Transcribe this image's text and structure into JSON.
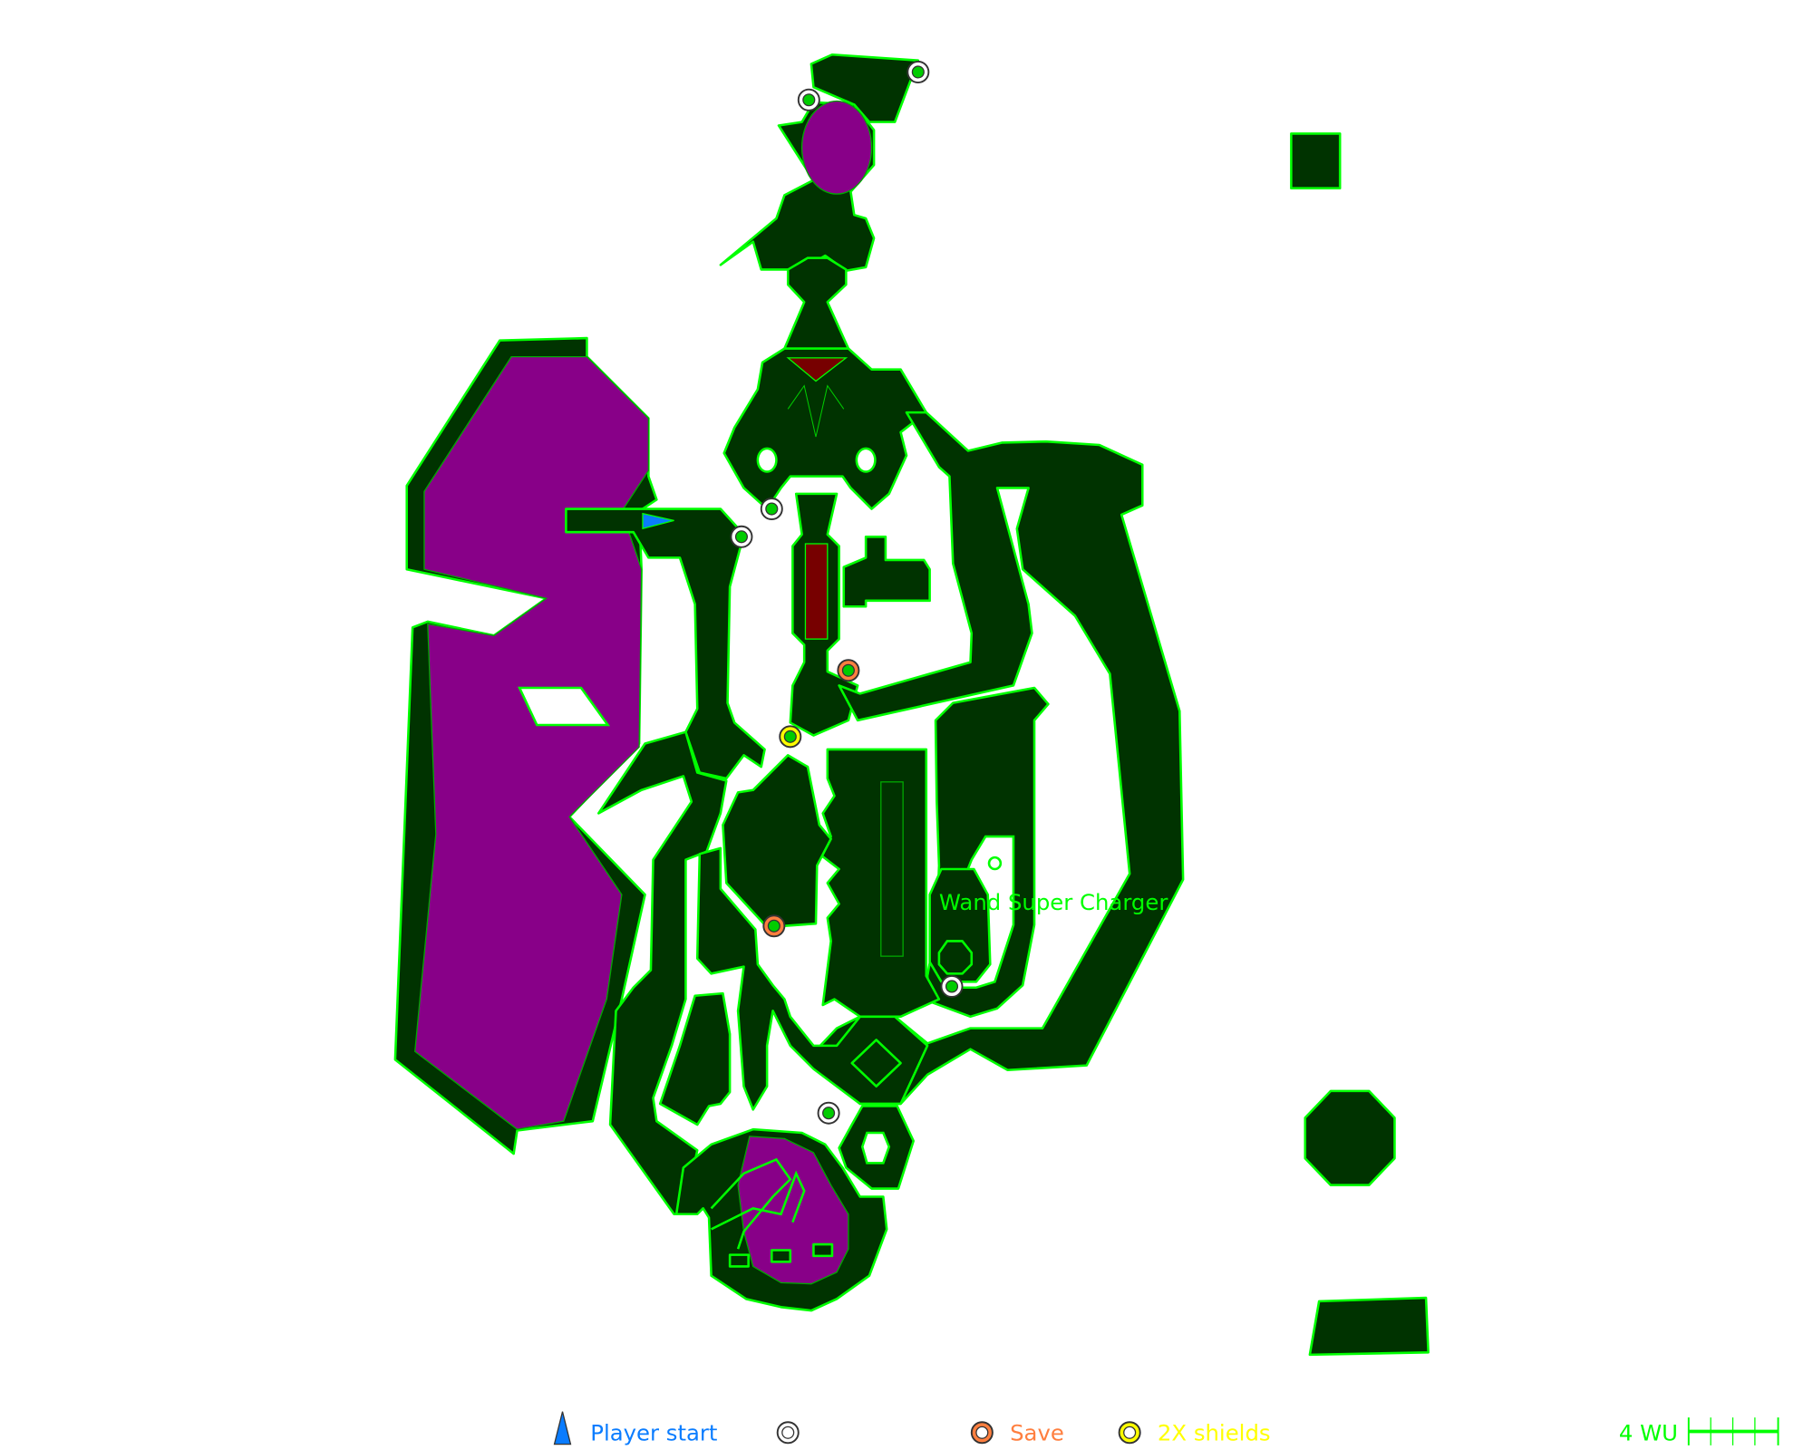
{
  "map_label": "Wand Super Charger",
  "legend": {
    "player_start": "Player start",
    "save": "Save",
    "shields": "2X shields",
    "scale": "4 WU"
  },
  "colors": {
    "room_fill": "#003300",
    "room_edge": "#00ff00",
    "hazard": "#880088",
    "player": "#0a7cff",
    "save": "#ff7f3f",
    "shields": "#ffff00"
  }
}
